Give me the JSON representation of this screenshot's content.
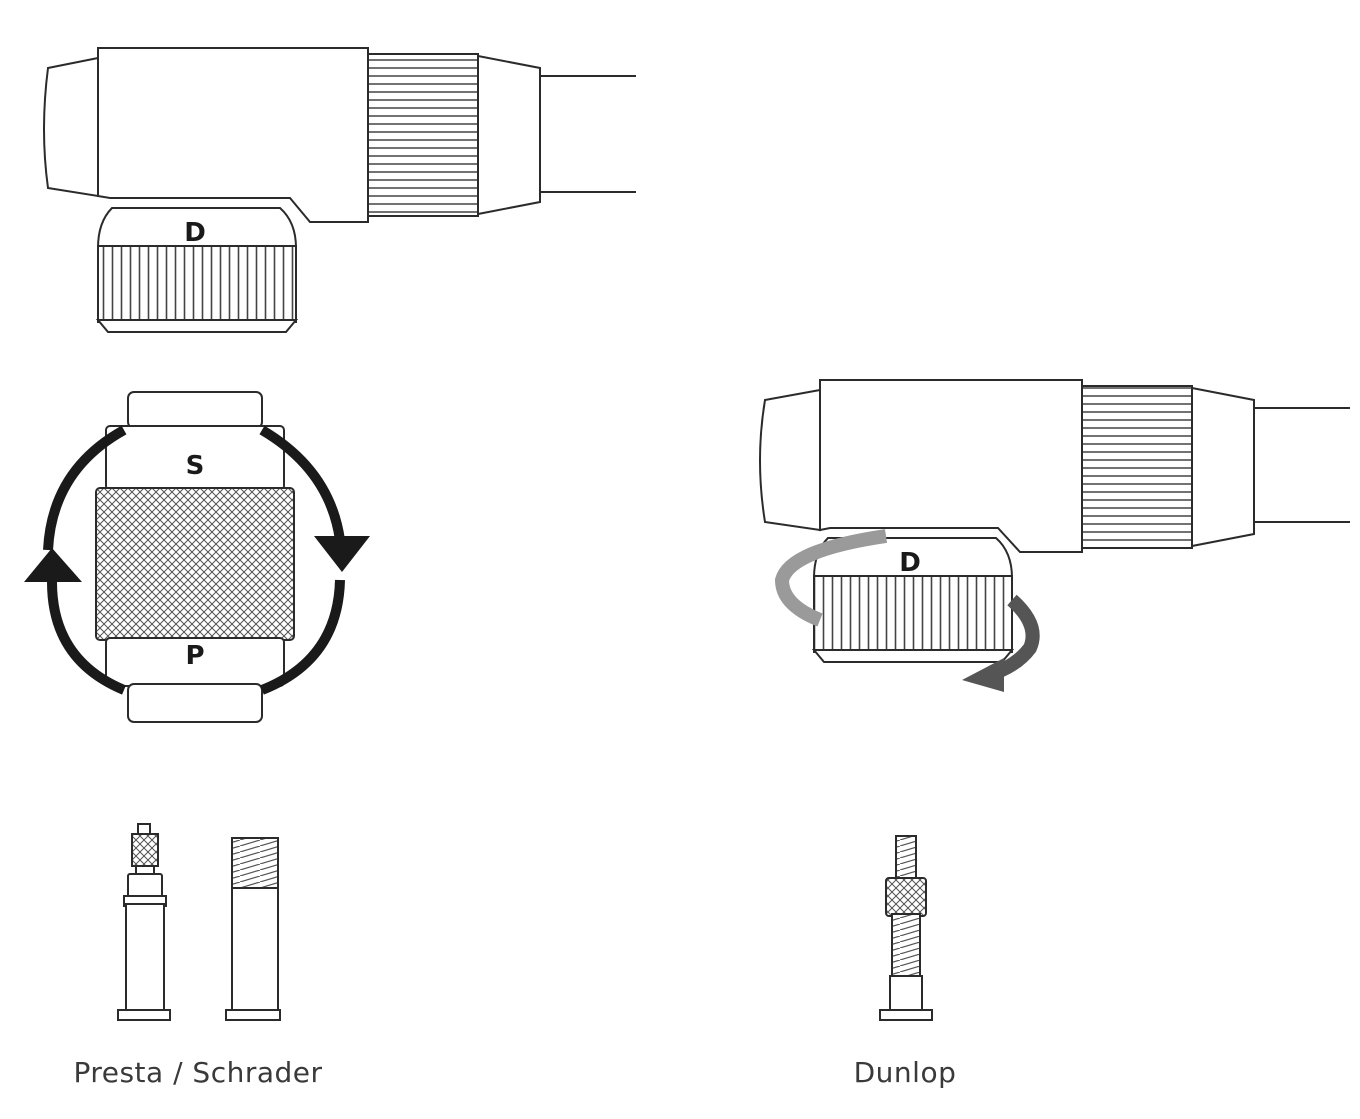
{
  "labels": {
    "mode_d_top": "D",
    "mode_s": "S",
    "mode_p": "P",
    "mode_d_right": "D",
    "caption_left": "Presta / Schrader",
    "caption_right": "Dunlop"
  },
  "colors": {
    "line": "#2b2b2b",
    "arrow": "#1a1a1a",
    "arrow_dark": "#555555",
    "arrow_light": "#9a9a9a"
  },
  "icons": {
    "rotation_arrows": "circular-arrows-icon",
    "twist_arrow": "twist-arrow-icon",
    "presta_valve": "presta-valve-icon",
    "schrader_valve": "schrader-valve-icon",
    "dunlop_valve": "dunlop-valve-icon"
  }
}
